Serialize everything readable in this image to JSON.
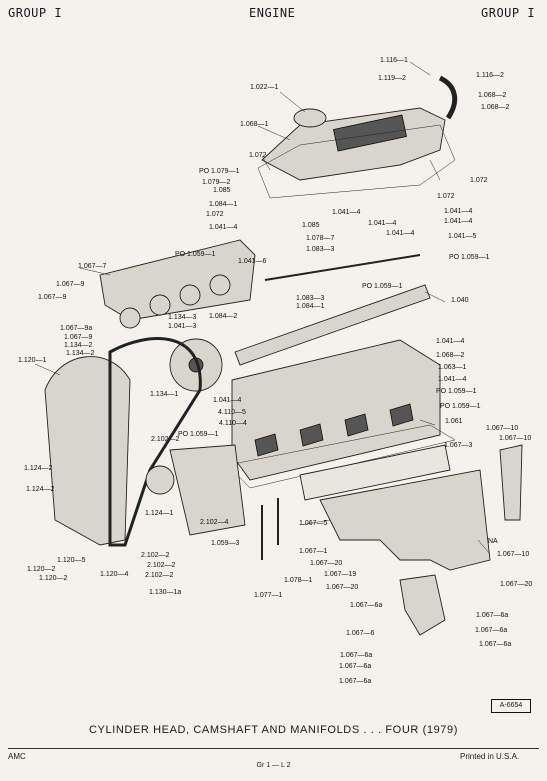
{
  "header": {
    "left": "GROUP I",
    "center": "ENGINE",
    "right": "GROUP I"
  },
  "badge": "A-6654",
  "caption": "CYLINDER HEAD, CAMSHAFT AND MANIFOLDS . . . FOUR (1979)",
  "footer": {
    "left": "AMC",
    "center": "Gr 1 — L 2",
    "right": "Printed in U.S.A."
  },
  "labels": [
    "1.116—1",
    "1.116—2",
    "1.119—2",
    "1.068—2",
    "1.068—2",
    "1.022—1",
    "1.068—1",
    "1.072",
    "1.072",
    "PO 1.079—1",
    "1.079—2",
    "1.072",
    "1.041—4",
    "1.041—4",
    "1.085",
    "1.084—1",
    "1.072",
    "1.085",
    "1.078—7",
    "1.041—4",
    "1.041—4",
    "1.041—4",
    "1.041—5",
    "1.083—3",
    "1.041—4",
    "PO 1.059—1",
    "1.041—6",
    "PO 1.059—1",
    "1.067—7",
    "1.067—9",
    "1.067—9",
    "PO 1.059—1",
    "1.083—3",
    "1.084—1",
    "1.040",
    "1.134—3",
    "1.084—2",
    "1.041—3",
    "1.067—9a",
    "1.067—9",
    "1.134—2",
    "1.134—2",
    "1.041—4",
    "1.068—2",
    "1.120—1",
    "1.063—1",
    "1.041—4",
    "1.134—1",
    "PO 1.059—1",
    "1.041—4",
    "PO 1.059—1",
    "4.110—5",
    "4.110—4",
    "PO 1.059—1",
    "1.061",
    "2.102—2",
    "1.067—10",
    "1.067—10",
    "1.067—3",
    "1.124—2",
    "1.124—2",
    "1.124—1",
    "2.102—4",
    "1.067—5",
    "1.059—3",
    "1.067—1",
    "NA",
    "1.120—5",
    "2.102—2",
    "2.102—2",
    "2.102—2",
    "1.067—20",
    "1.067—10",
    "1.120—2",
    "1.120—2",
    "1.120—4",
    "1.130—1a",
    "1.078—1",
    "1.067—19",
    "1.067—20",
    "1.067—20",
    "1.077—1",
    "1.067—6a",
    "1.067—6a",
    "1.067—6",
    "1.067—6a",
    "1.067—6a",
    "1.067—6a",
    "1.067—6a",
    "1.067—6a"
  ]
}
